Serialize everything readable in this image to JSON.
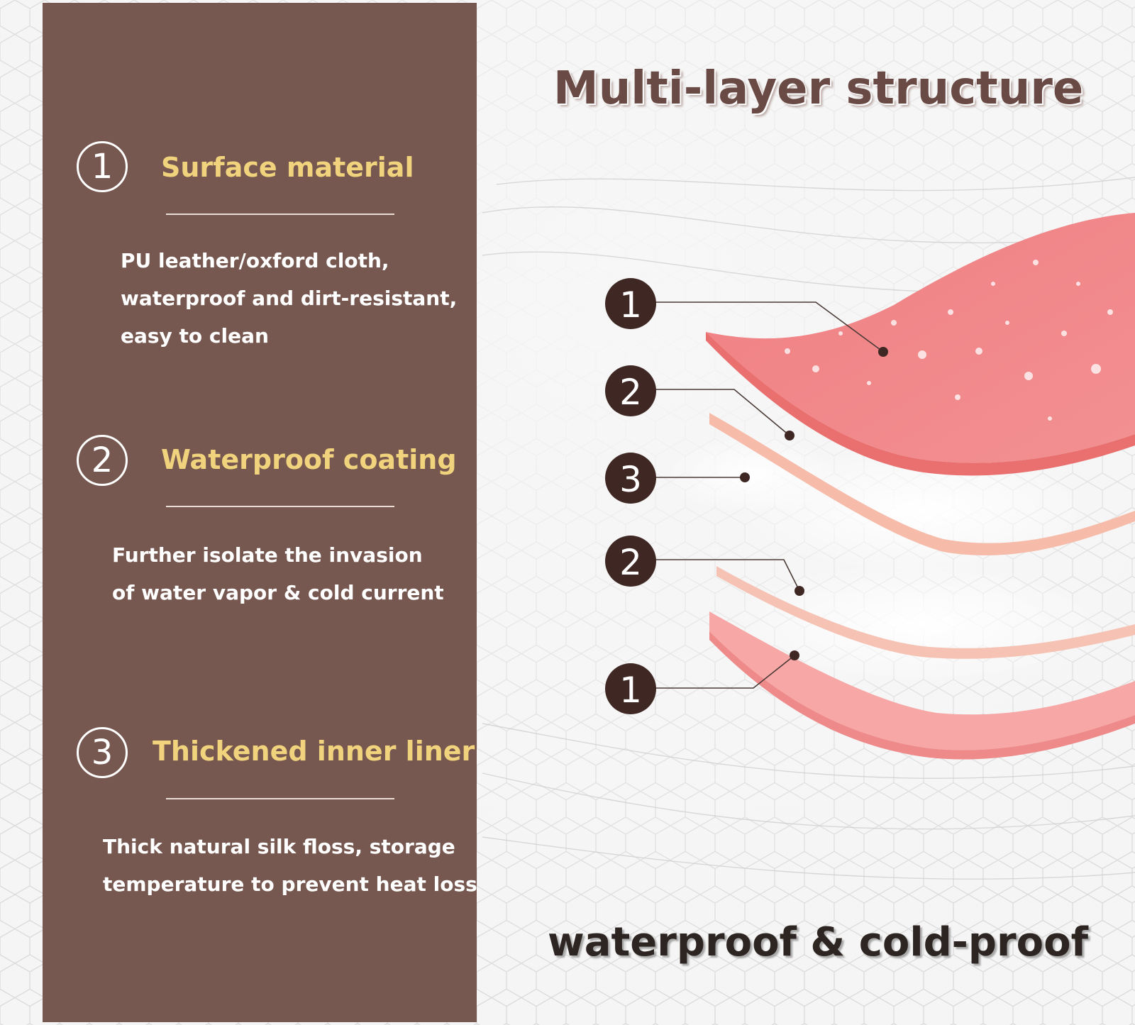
{
  "main_title": "Multi-layer structure",
  "footer": "waterproof & cold-proof",
  "sections": [
    {
      "number": "1",
      "title": "Surface material",
      "desc_lines": [
        "PU leather/oxford cloth,",
        "waterproof and dirt-resistant,",
        "easy to clean"
      ]
    },
    {
      "number": "2",
      "title": "Waterproof coating",
      "desc_lines": [
        "Further isolate the invasion",
        "of water vapor & cold current"
      ]
    },
    {
      "number": "3",
      "title": "Thickened inner liner",
      "desc_lines": [
        "Thick natural silk floss, storage",
        "temperature to prevent heat loss"
      ]
    }
  ],
  "callouts": [
    "1",
    "2",
    "3",
    "2",
    "1"
  ],
  "colors": {
    "panel": "#765850",
    "section_title": "#f1d27d",
    "title_text": "#6a4a45",
    "badge": "#3f2824",
    "outer_layer": "#f08486",
    "coating_layer": "#f5b5a4"
  }
}
